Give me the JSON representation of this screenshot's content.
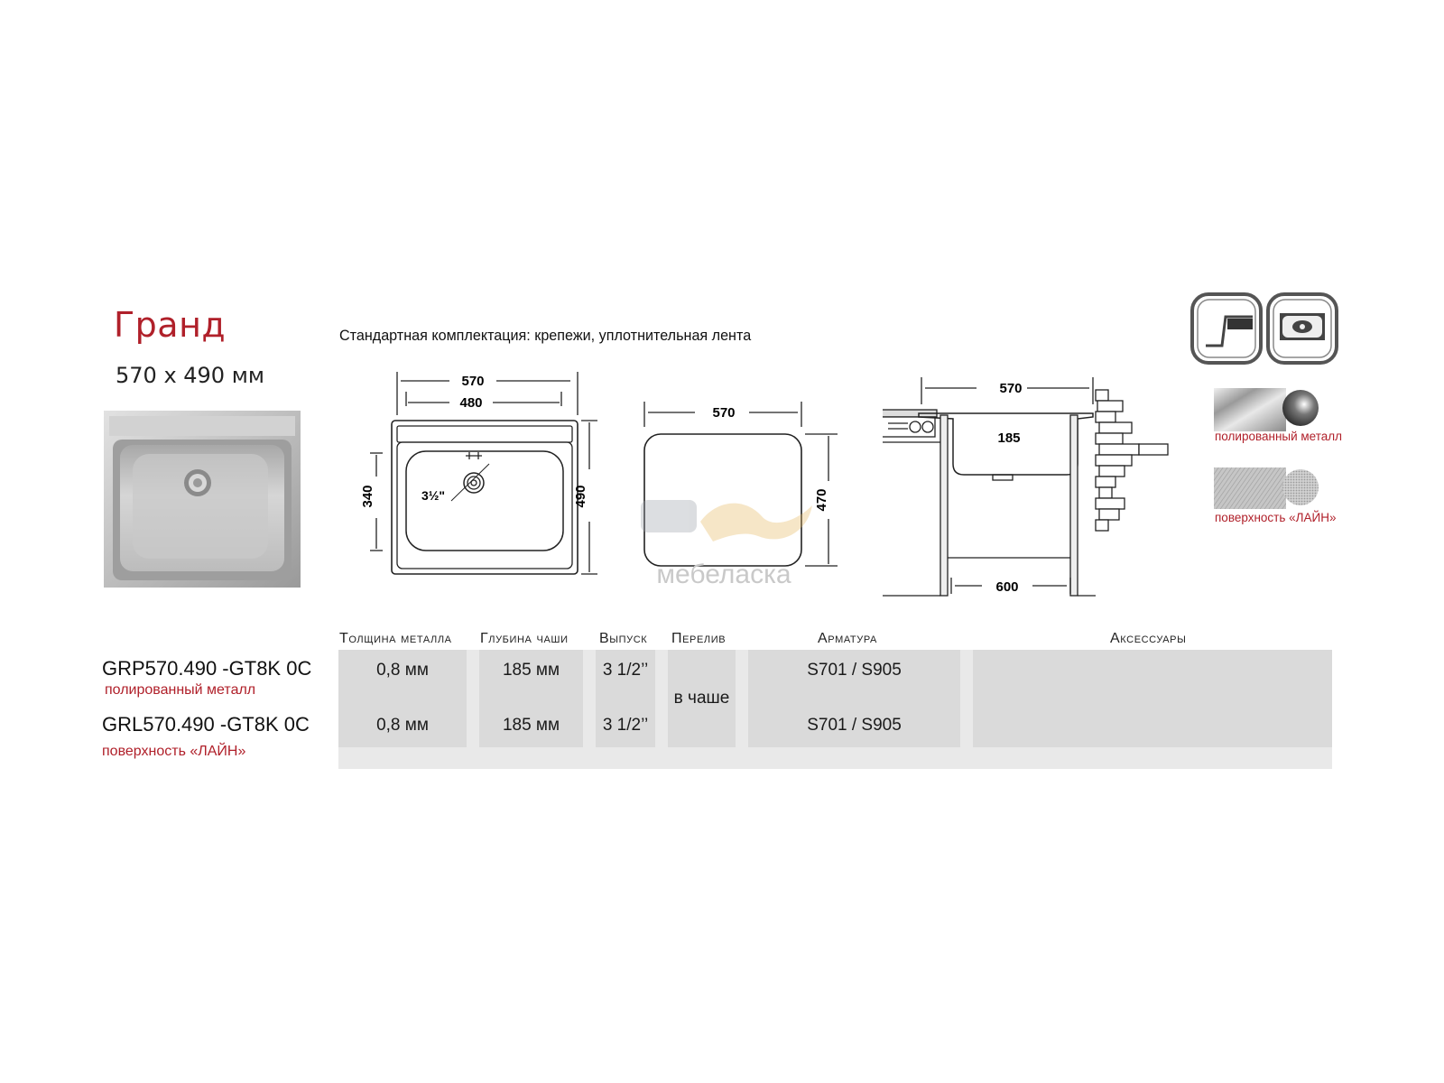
{
  "product": {
    "name": "Гранд",
    "size": "570 x 490 мм",
    "kit": "Стандартная комплектация: крепежи, уплотнительная лента"
  },
  "drawings": {
    "top_view": {
      "outer_width": "570",
      "inner_width": "480",
      "bowl_depth": "340",
      "outer_depth": "490",
      "drain": "3½\""
    },
    "cutout": {
      "width": "570",
      "depth": "470"
    },
    "section": {
      "top_width": "570",
      "bowl_height": "185",
      "cabinet_width": "600"
    }
  },
  "watermark": "мебеласка",
  "finishes": [
    {
      "label": "полированный металл"
    },
    {
      "label": "поверхность «ЛАЙН»"
    }
  ],
  "icons": [
    "inset-mount-icon",
    "round-bowl-icon"
  ],
  "table": {
    "headers": [
      "Толщина металла",
      "Глубина чаши",
      "Выпуск",
      "Перелив",
      "Арматура",
      "Аксессуары"
    ],
    "overflow": "в чаше",
    "rows": [
      {
        "model": "GRP570.490 -GT8K 0C",
        "finish": "полированный металл",
        "thickness": "0,8 мм",
        "depth": "185  мм",
        "outlet": "3 1/2’’",
        "fittings": "S701 / S905",
        "accessories": ""
      },
      {
        "model": "GRL570.490 -GT8K 0C",
        "finish": "поверхность «ЛАЙН»",
        "thickness": "0,8 мм",
        "depth": "185  мм",
        "outlet": "3 1/2’’",
        "fittings": "S701 / S905",
        "accessories": ""
      }
    ]
  },
  "colors": {
    "accent": "#b0202a",
    "cell": "#dadada",
    "text": "#1a1a1a"
  }
}
